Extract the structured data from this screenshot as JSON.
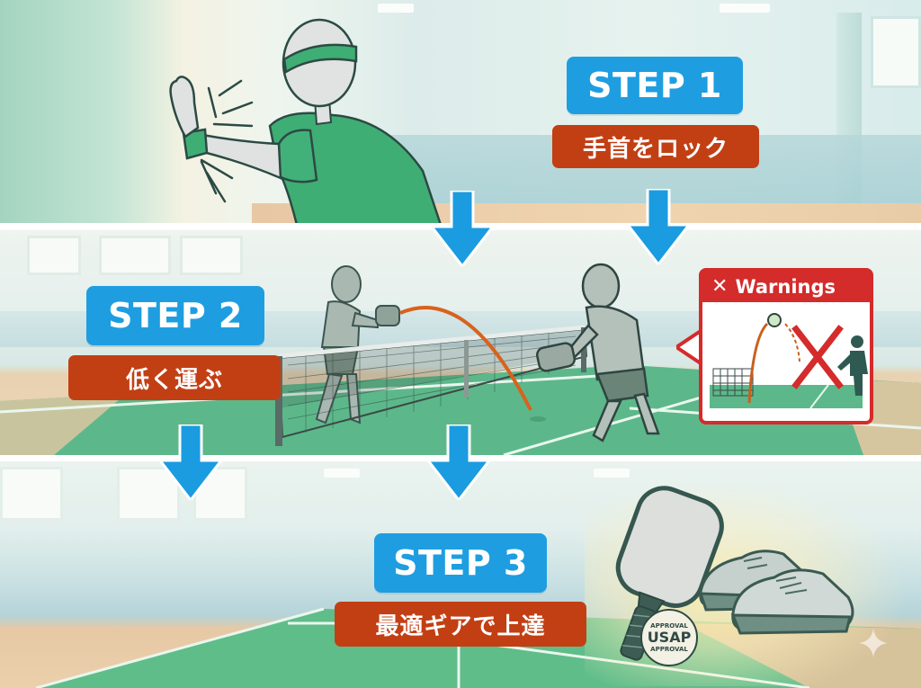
{
  "steps": [
    {
      "badge": "STEP 1",
      "caption": "手首をロック",
      "illustration": "player-pressing-hand-against-wall-wrist-locked"
    },
    {
      "badge": "STEP 2",
      "caption": "低く運ぶ",
      "illustration": "two-players-dinking-over-net"
    },
    {
      "badge": "STEP 3",
      "caption": "最適ギアで上達",
      "illustration": "paddle-and-court-shoes"
    }
  ],
  "warning": {
    "title": "Warnings",
    "icon": "x-icon",
    "illustration": "high-lob-over-net-crossed-out"
  },
  "gear": {
    "stamp_top": "APPROVAL",
    "stamp_center": "USAP",
    "stamp_bottom": "APPROVAL"
  },
  "colors": {
    "step_badge": "#1e9ee0",
    "step_caption": "#c23f14",
    "warning_red": "#d42b2b",
    "arrow_blue": "#1b9be0",
    "shirt_green": "#3fae74",
    "court_green": "#5cb88a"
  },
  "watermark_icon": "sparkle-icon"
}
